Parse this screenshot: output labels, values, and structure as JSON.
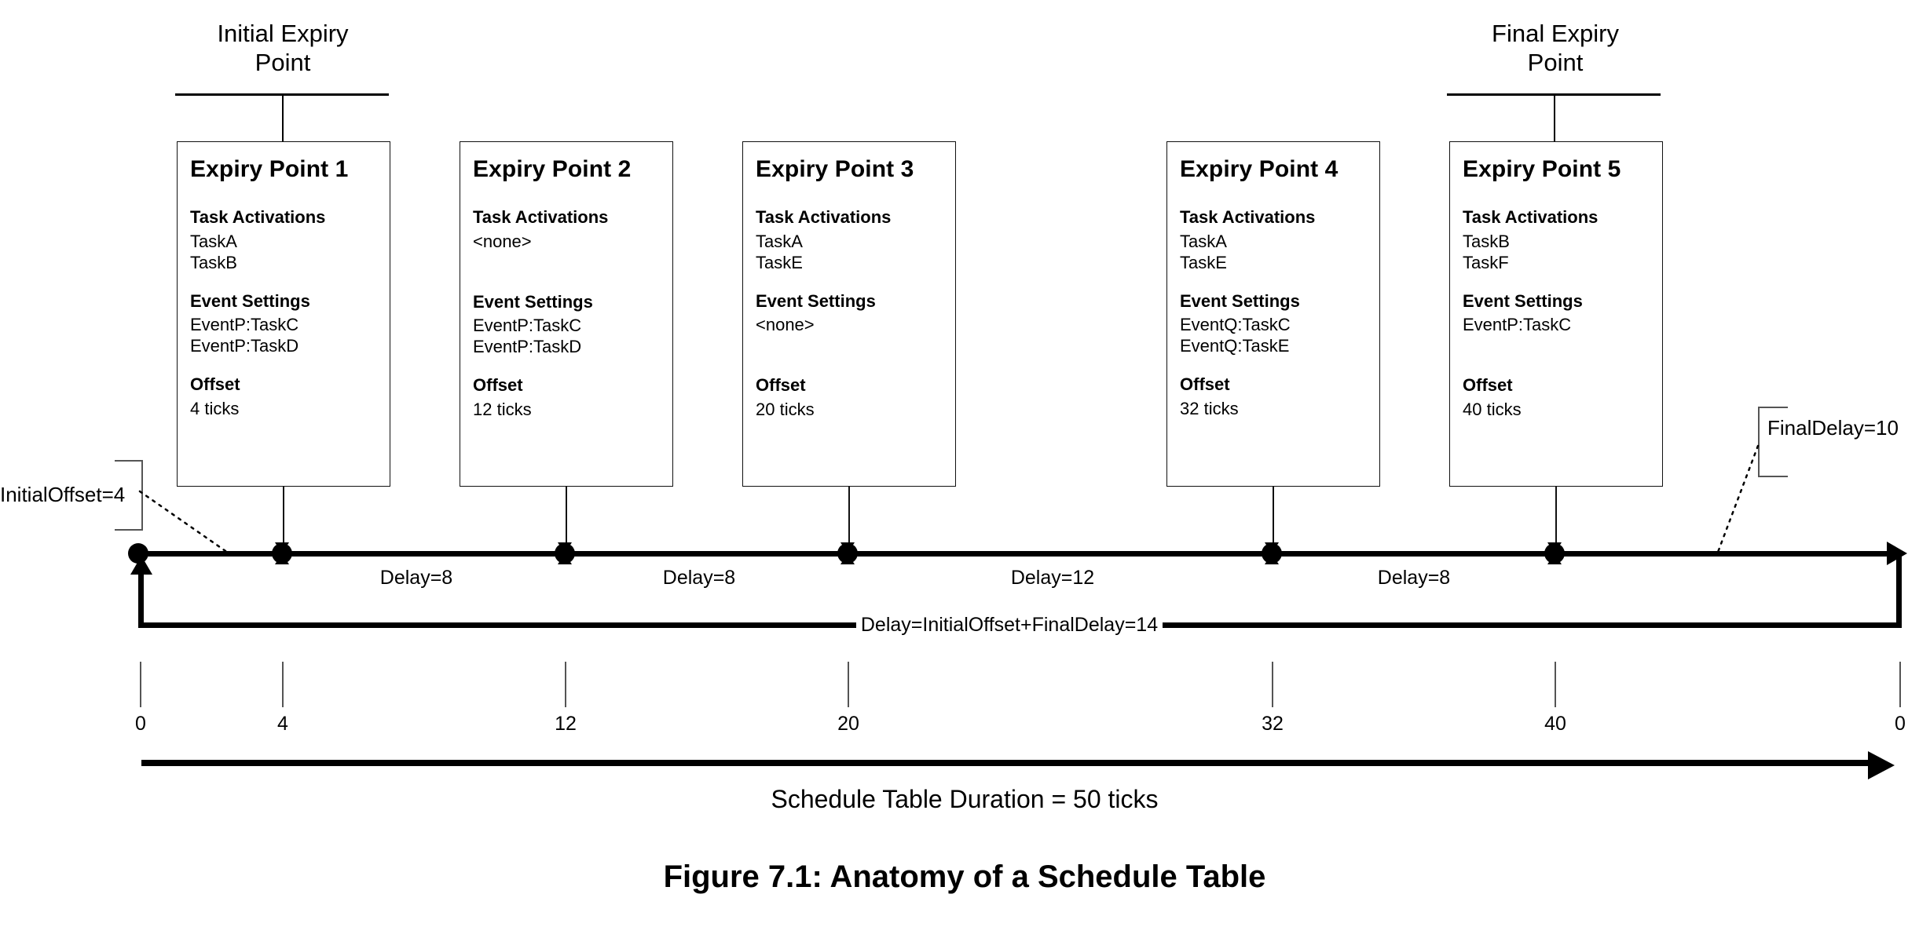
{
  "figure": {
    "caption": "Figure 7.1: Anatomy of a Schedule Table",
    "duration_label": "Schedule Table Duration = 50 ticks"
  },
  "callouts": {
    "initial": "Initial Expiry\nPoint",
    "final": "Final Expiry\nPoint"
  },
  "annotations": {
    "initial_offset": "InitialOffset=4",
    "final_delay": "FinalDelay=10",
    "wrap_delay": "Delay=InitialOffset+FinalDelay=14"
  },
  "section_headings": {
    "task_activations": "Task Activations",
    "event_settings": "Event Settings",
    "offset": "Offset"
  },
  "expiry_points": [
    {
      "title": "Expiry Point 1",
      "tasks": [
        "TaskA",
        "TaskB"
      ],
      "events": [
        "EventP:TaskC",
        "EventP:TaskD"
      ],
      "offset": "4 ticks"
    },
    {
      "title": "Expiry Point 2",
      "tasks": [
        "<none>"
      ],
      "events": [
        "EventP:TaskC",
        "EventP:TaskD"
      ],
      "offset": "12 ticks"
    },
    {
      "title": "Expiry Point 3",
      "tasks": [
        "TaskA",
        "TaskE"
      ],
      "events": [
        "<none>"
      ],
      "offset": "20 ticks"
    },
    {
      "title": "Expiry Point 4",
      "tasks": [
        "TaskA",
        "TaskE"
      ],
      "events": [
        "EventQ:TaskC",
        "EventQ:TaskE"
      ],
      "offset": "32 ticks"
    },
    {
      "title": "Expiry Point 5",
      "tasks": [
        "TaskB",
        "TaskF"
      ],
      "events": [
        "EventP:TaskC"
      ],
      "offset": "40 ticks"
    }
  ],
  "delays": [
    {
      "label": "Delay=8"
    },
    {
      "label": "Delay=8"
    },
    {
      "label": "Delay=12"
    },
    {
      "label": "Delay=8"
    }
  ],
  "scale": {
    "ticks": [
      "0",
      "4",
      "12",
      "20",
      "32",
      "40",
      "0"
    ]
  },
  "chart_data": {
    "type": "timeline",
    "title": "Figure 7.1: Anatomy of a Schedule Table",
    "xlabel": "ticks",
    "xlim": [
      0,
      50
    ],
    "total_duration_ticks": 50,
    "initial_offset": 4,
    "final_delay": 10,
    "wrap_delay": 14,
    "x": [
      0,
      4,
      12,
      20,
      32,
      40,
      50
    ],
    "tick_labels": [
      "0",
      "4",
      "12",
      "20",
      "32",
      "40",
      "0"
    ],
    "expiry_offsets": [
      4,
      12,
      20,
      32,
      40
    ],
    "inter_expiry_delays": [
      8,
      8,
      12,
      8
    ],
    "series": [
      {
        "name": "Expiry Points",
        "values": [
          {
            "offset": 4,
            "tasks": [
              "TaskA",
              "TaskB"
            ],
            "events": [
              "EventP:TaskC",
              "EventP:TaskD"
            ]
          },
          {
            "offset": 12,
            "tasks": [],
            "events": [
              "EventP:TaskC",
              "EventP:TaskD"
            ]
          },
          {
            "offset": 20,
            "tasks": [
              "TaskA",
              "TaskE"
            ],
            "events": []
          },
          {
            "offset": 32,
            "tasks": [
              "TaskA",
              "TaskE"
            ],
            "events": [
              "EventQ:TaskC",
              "EventQ:TaskE"
            ]
          },
          {
            "offset": 40,
            "tasks": [
              "TaskB",
              "TaskF"
            ],
            "events": [
              "EventP:TaskC"
            ]
          }
        ]
      }
    ],
    "grid": false,
    "legend": "none"
  }
}
